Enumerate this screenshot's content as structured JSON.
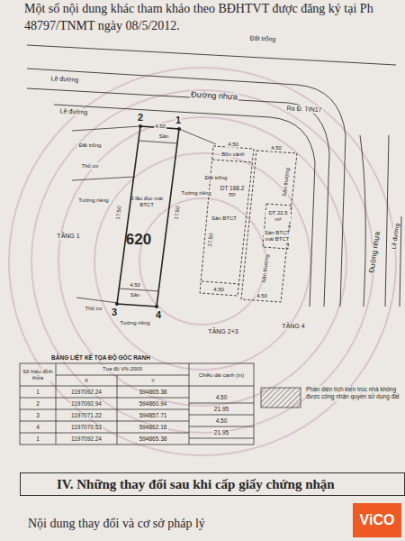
{
  "diagram": {
    "nodes": [
      {
        "text": [
          "3 lầu đúc mái BTCT",
          "620"
        ]
      },
      {
        "text": [
          "IV. Những thay đổi sau khi cấp giấy chứng nhận"
        ]
      }
    ],
    "labels": [
      "Một số nội dung khác tham khảo theo BĐHTVT được đăng ký tại Ph",
      "48797/TNMT ngày 08/5/2012.",
      "Đất trống",
      "Lề đường",
      "Đường nhựa",
      "Ra Đ. TIN17",
      "Lề đường",
      "2",
      "1",
      "4.50",
      "Sân",
      "Đất trống",
      "Thổ cư",
      "Tường riêng",
      "Tường riêng",
      "Đất trống",
      "TẦNG 1",
      "17.50",
      "17.50",
      "4.50",
      "Sân",
      "Thổ cư",
      "3",
      "4",
      "Tường riêng",
      "4.50",
      "Bồn cảnh",
      "DT 168.2 m²",
      "Sân BTCT",
      "17.50",
      "4.50",
      "TẦNG 2+3",
      "4.50",
      "Sân thượng",
      "DT 22.5 m²",
      "Sàn BTCT mái BTCT",
      "Sân thượng",
      "4.50",
      "TẦNG 4",
      "Đường nhựa",
      "Lề đường",
      "BẢNG LIỆT KÊ TỌA ĐỘ GÓC RANH",
      "Số hiệu đỉnh thửa",
      "Tọa độ VN-2000",
      "X",
      "Y",
      "Chiều dài cạnh (m)",
      "1",
      "1197092.24",
      "594865.38",
      "4.50",
      "2",
      "1197092.94",
      "594860.94",
      "21.95",
      "3",
      "1197071.22",
      "594857.71",
      "4.50",
      "4",
      "1197070.53",
      "594862.16",
      "21.95",
      "1",
      "1197092.24",
      "594865.38",
      "Nội dung thay đổi và cơ sở pháp lý",
      "ViCO"
    ],
    "legend": [
      {
        "text": "Phần diện tích kiến trúc nhà không được công nhận quyền sử dụng đất"
      }
    ]
  }
}
